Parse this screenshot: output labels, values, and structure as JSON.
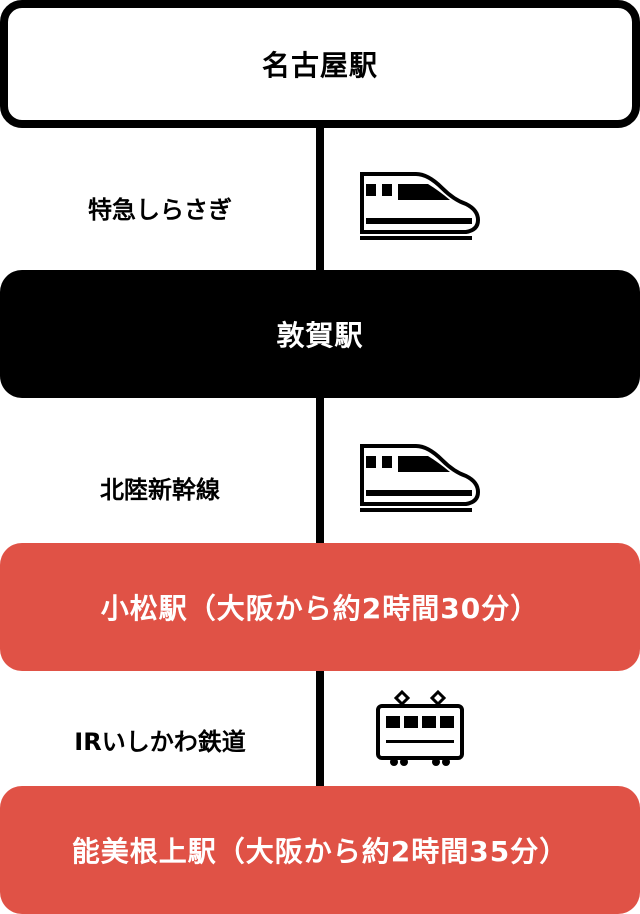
{
  "stations": [
    {
      "name": "名古屋駅"
    },
    {
      "name": "敦賀駅"
    },
    {
      "name": "小松駅（大阪から約2時間30分）"
    },
    {
      "name": "能美根上駅（大阪から約2時間35分）"
    }
  ],
  "segments": [
    {
      "label": "特急しらさぎ",
      "icon": "bullet-train-icon"
    },
    {
      "label": "北陸新幹線",
      "icon": "bullet-train-icon"
    },
    {
      "label": "IRいしかわ鉄道",
      "icon": "tram-icon"
    }
  ],
  "colors": {
    "accent": "#e05246",
    "black": "#000000"
  }
}
